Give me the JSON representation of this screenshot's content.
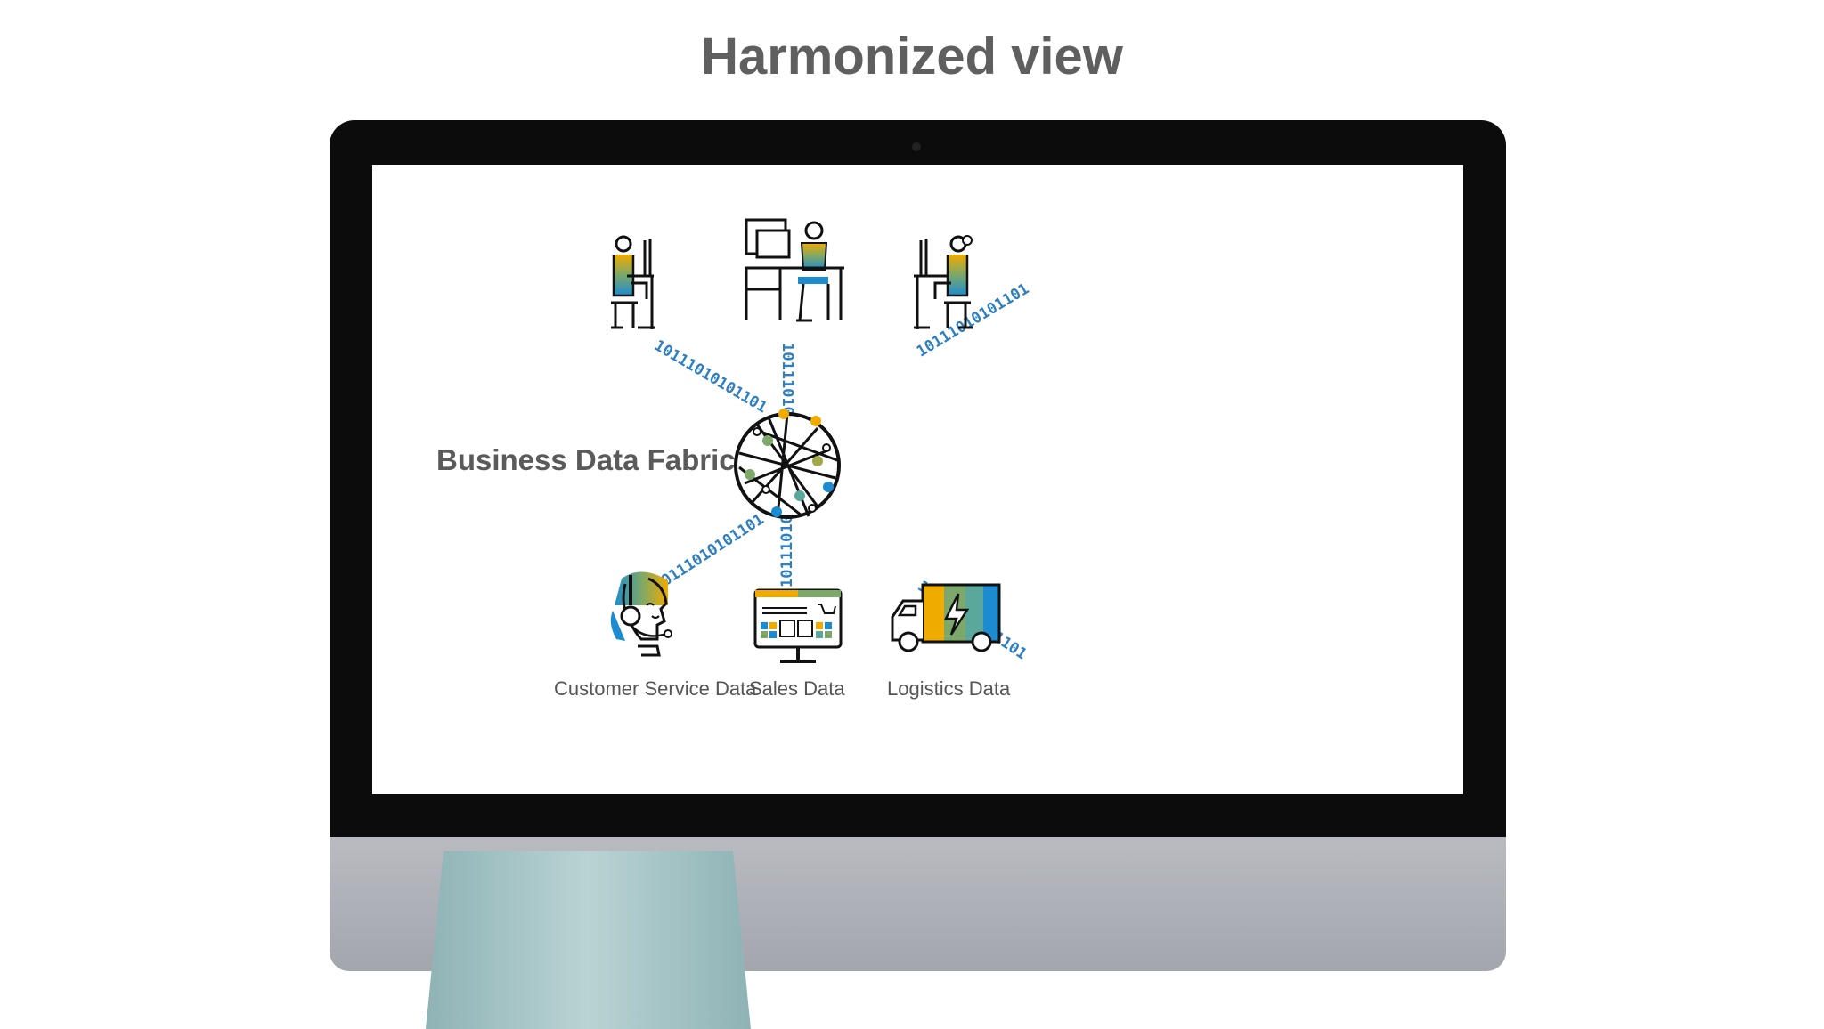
{
  "title": "Harmonized view",
  "diagram": {
    "center_label": "Business Data Fabric",
    "binary_stream": "10111010101101011010110",
    "nodes": [
      {
        "icon": "person-at-desk-icon",
        "label": ""
      },
      {
        "icon": "person-at-workstation-icon",
        "label": ""
      },
      {
        "icon": "person-at-desk-icon",
        "label": ""
      },
      {
        "icon": "customer-service-headset-icon",
        "label": "Customer Service Data"
      },
      {
        "icon": "sales-monitor-icon",
        "label": "Sales Data"
      },
      {
        "icon": "delivery-truck-icon",
        "label": "Logistics  Data"
      }
    ],
    "colors": {
      "binary": "#2d7fc1",
      "yellow": "#f0ab00",
      "green": "#7ca86a",
      "blue": "#1d8bd0",
      "teal": "#5aa89c"
    }
  }
}
